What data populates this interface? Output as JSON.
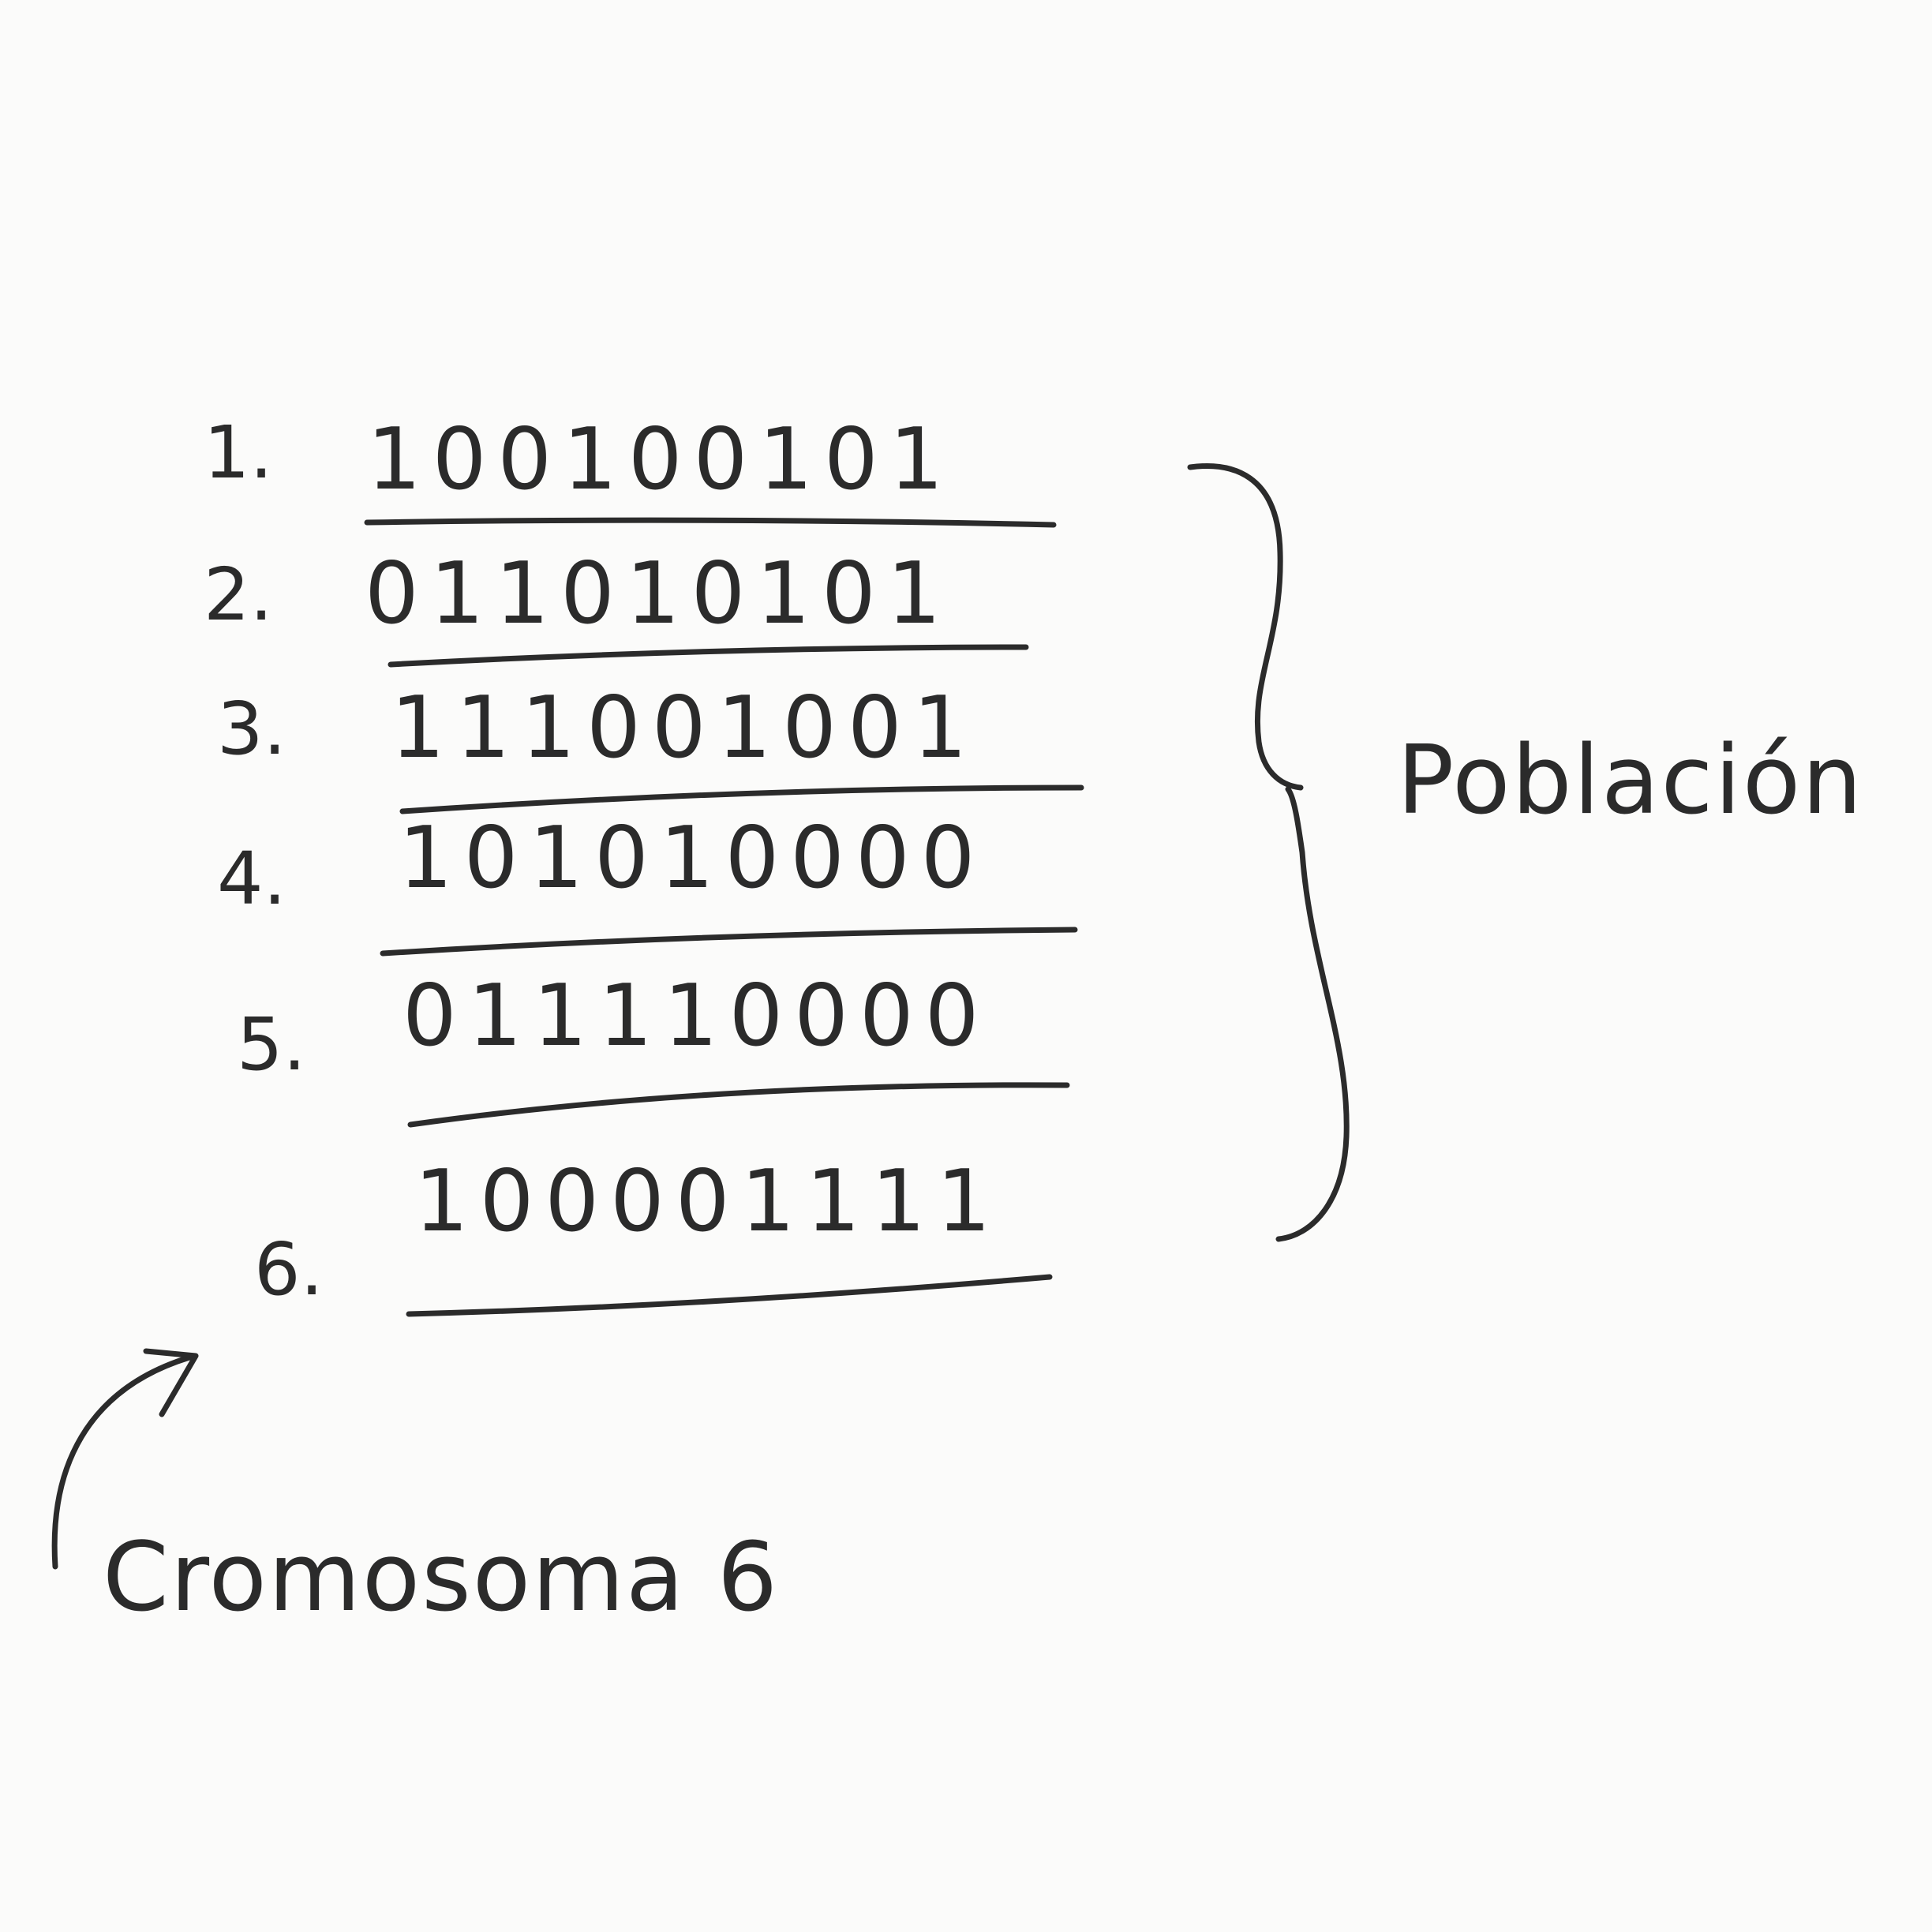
{
  "population": {
    "label": "Población",
    "rows": [
      {
        "index": "1.",
        "bits": "100100101"
      },
      {
        "index": "2.",
        "bits": "011010101"
      },
      {
        "index": "3.",
        "bits": "111001001"
      },
      {
        "index": "4.",
        "bits": "101010000"
      },
      {
        "index": "5.",
        "bits": "011110000"
      },
      {
        "index": "6.",
        "bits": "100001111"
      }
    ]
  },
  "annotation": {
    "label": "Cromosoma 6"
  }
}
